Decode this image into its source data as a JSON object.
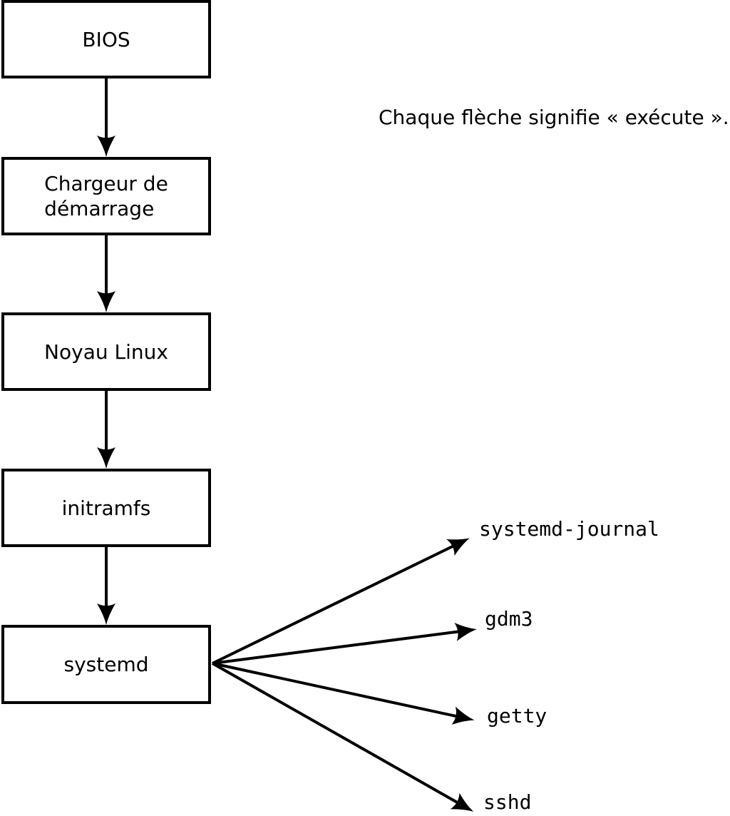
{
  "diagram": {
    "caption": "Chaque flèche signifie « exécute ».",
    "boxes": [
      {
        "id": "bios",
        "label": "BIOS"
      },
      {
        "id": "bootloader",
        "label": "Chargeur de\ndémarrage"
      },
      {
        "id": "kernel",
        "label": "Noyau Linux"
      },
      {
        "id": "initramfs",
        "label": "initramfs"
      },
      {
        "id": "systemd",
        "label": "systemd"
      }
    ],
    "processes": [
      {
        "id": "systemd-journal",
        "label": "systemd-journal"
      },
      {
        "id": "gdm3",
        "label": "gdm3"
      },
      {
        "id": "getty",
        "label": "getty"
      },
      {
        "id": "sshd",
        "label": "sshd"
      }
    ],
    "arrows": [
      {
        "from": "bios",
        "to": "bootloader"
      },
      {
        "from": "bootloader",
        "to": "kernel"
      },
      {
        "from": "kernel",
        "to": "initramfs"
      },
      {
        "from": "initramfs",
        "to": "systemd"
      },
      {
        "from": "systemd",
        "to": "systemd-journal"
      },
      {
        "from": "systemd",
        "to": "gdm3"
      },
      {
        "from": "systemd",
        "to": "getty"
      },
      {
        "from": "systemd",
        "to": "sshd"
      }
    ],
    "colors": {
      "foreground": "#000000",
      "background": "#ffffff"
    }
  }
}
